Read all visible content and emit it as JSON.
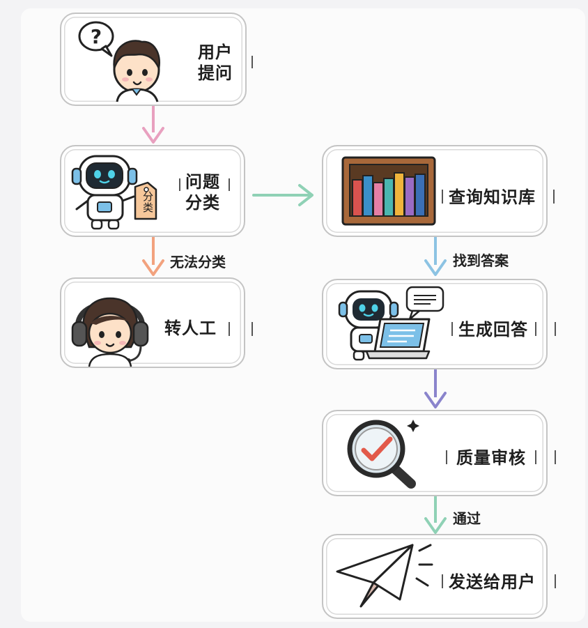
{
  "nodes": {
    "user_ask": {
      "line1": "用户",
      "line2": "提问"
    },
    "classify": {
      "line1": "问题",
      "line2": "分类",
      "tag_text": "分类"
    },
    "human": {
      "label": "转人工"
    },
    "query_kb": {
      "label": "查询知识库"
    },
    "generate": {
      "label": "生成回答"
    },
    "review": {
      "label": "质量审核"
    },
    "send": {
      "label": "发送给用户"
    }
  },
  "edges": {
    "cannot_classify": "无法分类",
    "found_answer": "找到答案",
    "passed": "通过"
  },
  "colors": {
    "arrow_user_to_classify": "#e8a0bf",
    "arrow_classify_to_human": "#f2a27e",
    "arrow_classify_to_kb": "#8fd1b5",
    "arrow_kb_to_generate": "#8cc3e3",
    "arrow_generate_to_review": "#8a84cc",
    "arrow_review_to_send": "#8fd1b5"
  }
}
